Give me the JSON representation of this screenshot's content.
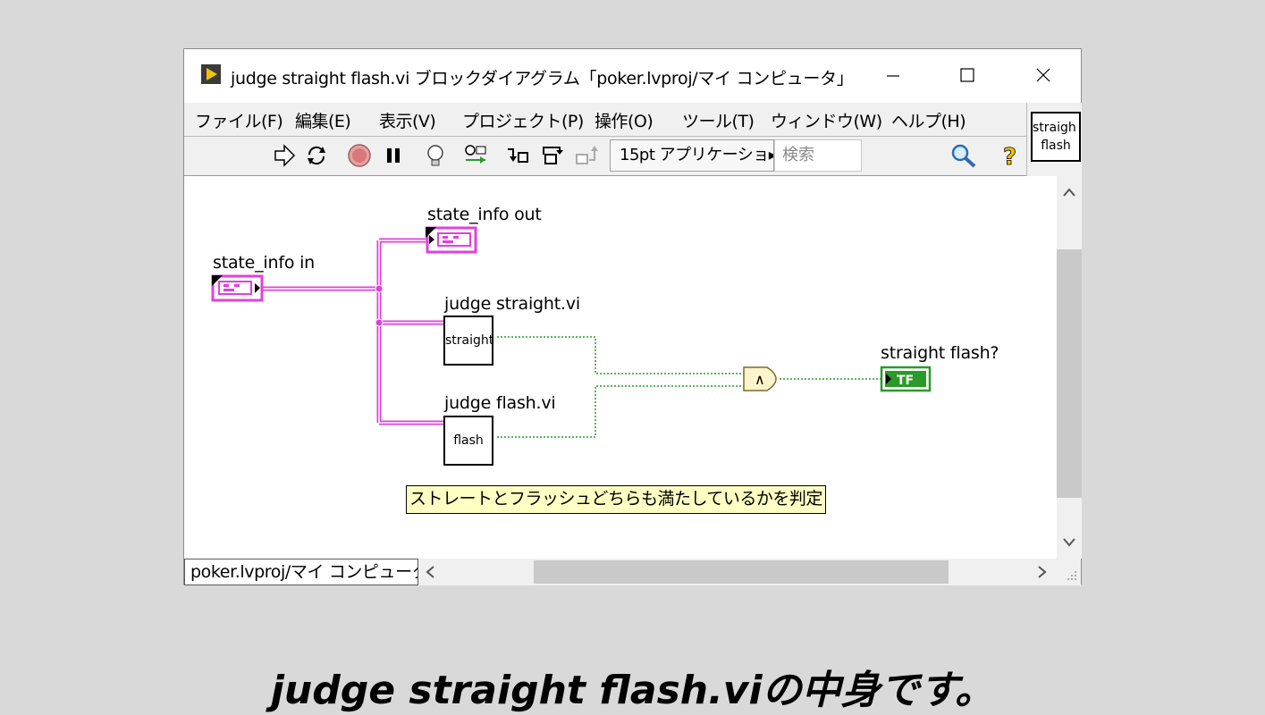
{
  "window": {
    "title": "judge straight flash.vi ブロックダイアグラム「poker.lvproj/マイ コンピュータ」",
    "minimize_symbol": "—",
    "maximize_symbol": "☐",
    "close_symbol": "✕"
  },
  "menu": [
    {
      "label": "ファイル(F)"
    },
    {
      "label": "編集(E)"
    },
    {
      "label": "表示(V)"
    },
    {
      "label": "プロジェクト(P)"
    },
    {
      "label": "操作(O)"
    },
    {
      "label": "ツール(T)"
    },
    {
      "label": "ウィンドウ(W)"
    },
    {
      "label": "ヘルプ(H)"
    }
  ],
  "toolbar": {
    "icons": [
      "run-arrow-icon",
      "run-continuously-icon",
      "abort-icon",
      "pause-icon",
      "highlight-execution-icon",
      "retain-wire-values-icon",
      "step-into-icon",
      "step-over-icon",
      "step-out-icon"
    ],
    "font_select": "15pt アプリケーショ▸",
    "search_placeholder": "検索"
  },
  "vi_icon": {
    "line1": "straigh t",
    "line2": "flash"
  },
  "diagram": {
    "terminals": {
      "state_in_label": "state_info in",
      "state_out_label": "state_info out",
      "result_label": "straight flash?",
      "result_value": "TF"
    },
    "subvis": {
      "straight_label": "judge straight.vi",
      "straight_icon_text": "straight",
      "flash_label": "judge flash.vi",
      "flash_icon_text": "flash"
    },
    "and_symbol": "∧",
    "comment": "ストレートとフラッシュどちらも満たしているかを判定"
  },
  "status": {
    "project_tab": "poker.lvproj/マイ コンピュータ"
  },
  "caption": "judge straight flash.viの中身です。",
  "colors": {
    "cluster_wire": "#e040e0",
    "boolean_wire": "#2a9a2a",
    "comment_bg": "#ffffc4",
    "and_fill": "#fff5cc"
  }
}
